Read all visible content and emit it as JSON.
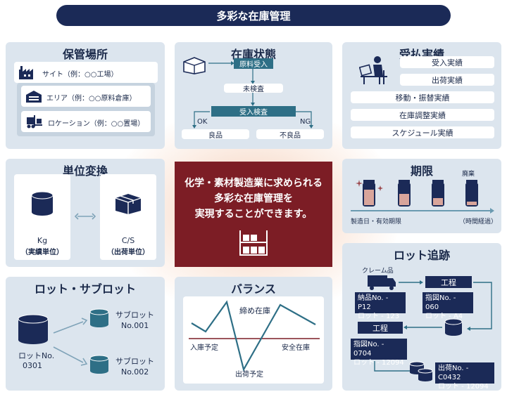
{
  "header": {
    "title": "多彩な在庫管理"
  },
  "storage": {
    "title": "保管場所",
    "site": "サイト（例：○○工場）",
    "area": "エリア（例：○○原料倉庫）",
    "location": "ロケーション（例：○○置場）"
  },
  "inventory_status": {
    "title": "在庫状態",
    "receive": "原料受入",
    "uninspected": "未検査",
    "inspection": "受入検査",
    "ok": "OK",
    "ng": "NG",
    "good": "良品",
    "defective": "不良品"
  },
  "transactions": {
    "title": "受払実績",
    "items": [
      "受入実績",
      "出荷実績",
      "移動・振替実績",
      "在庫調整実績",
      "スケジュール実績"
    ]
  },
  "unit_conversion": {
    "title": "単位変換",
    "left_unit": "Kg",
    "left_desc": "（実績単位）",
    "right_unit": "C/S",
    "right_desc": "（出荷単位）"
  },
  "center": {
    "line1": "化学・素材製造業に求められる",
    "line2": "多彩な在庫管理を",
    "line3": "実現することができます。"
  },
  "expiry": {
    "title": "期限",
    "disposal": "廃棄",
    "start_label": "製造日・有効期限",
    "end_label": "（時間経過）"
  },
  "sublot": {
    "title": "ロット・サブロット",
    "lot_label": "ロットNo.",
    "lot_no": "0301",
    "sub1_label": "サブロット",
    "sub1_no": "No.001",
    "sub2_label": "サブロット",
    "sub2_no": "No.002"
  },
  "balance": {
    "title": "バランス",
    "closing": "締め在庫",
    "incoming": "入庫予定",
    "safety": "安全在庫",
    "outgoing": "出荷予定"
  },
  "lot_trace": {
    "title": "ロット追跡",
    "claim": "クレーム品",
    "process1": "工程",
    "process2": "工程",
    "card1_a": "納品No. - P12",
    "card1_b": "ロット - 123",
    "card2_a": "指図No. - 060",
    "card2_b": "ロット - A4",
    "card3_a": "指図No. - 0704",
    "card3_b": "ロット - 12094",
    "card4_a": "出荷No. - C0432",
    "card4_b": "ロット - 12094"
  },
  "colors": {
    "navy": "#1b2a57",
    "teal": "#2e6f86",
    "burgundy": "#7c1d25",
    "panel": "#dce5ee"
  }
}
